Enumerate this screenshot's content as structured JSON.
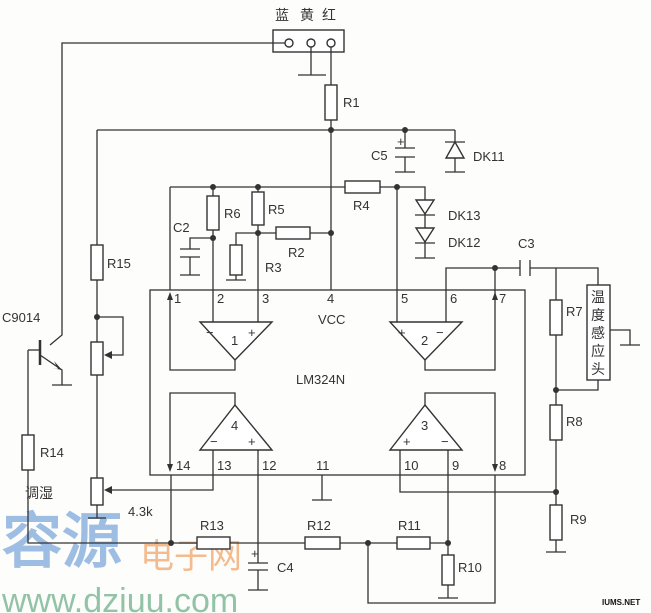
{
  "connector": {
    "labels": [
      "蓝",
      "黄",
      "红"
    ]
  },
  "ic": {
    "name": "LM324N",
    "vcc": "VCC",
    "pins": [
      "1",
      "2",
      "3",
      "4",
      "5",
      "6",
      "7",
      "8",
      "9",
      "10",
      "11",
      "12",
      "13",
      "14"
    ],
    "amps": [
      "1",
      "2",
      "3",
      "4"
    ]
  },
  "components": {
    "R1": "R1",
    "R2": "R2",
    "R3": "R3",
    "R4": "R4",
    "R5": "R5",
    "R6": "R6",
    "R7": "R7",
    "R8": "R8",
    "R9": "R9",
    "R10": "R10",
    "R11": "R11",
    "R12": "R12",
    "R13": "R13",
    "R14": "R14",
    "R15": "R15",
    "C2": "C2",
    "C3": "C3",
    "C4": "C4",
    "C5": "C5",
    "DK11": "DK11",
    "DK12": "DK12",
    "DK13": "DK13",
    "Q": "C9014",
    "pot_label": "调湿",
    "pot_value": "4.3k"
  },
  "sensor": {
    "label": [
      "温",
      "度",
      "感",
      "应",
      "头"
    ]
  },
  "signs": {
    "plus": "+",
    "minus": "−"
  },
  "watermark": {
    "cn": "容源",
    "cn2": "电子网",
    "url": "www.dziuu.com",
    "corner": "IUMS.NET"
  }
}
